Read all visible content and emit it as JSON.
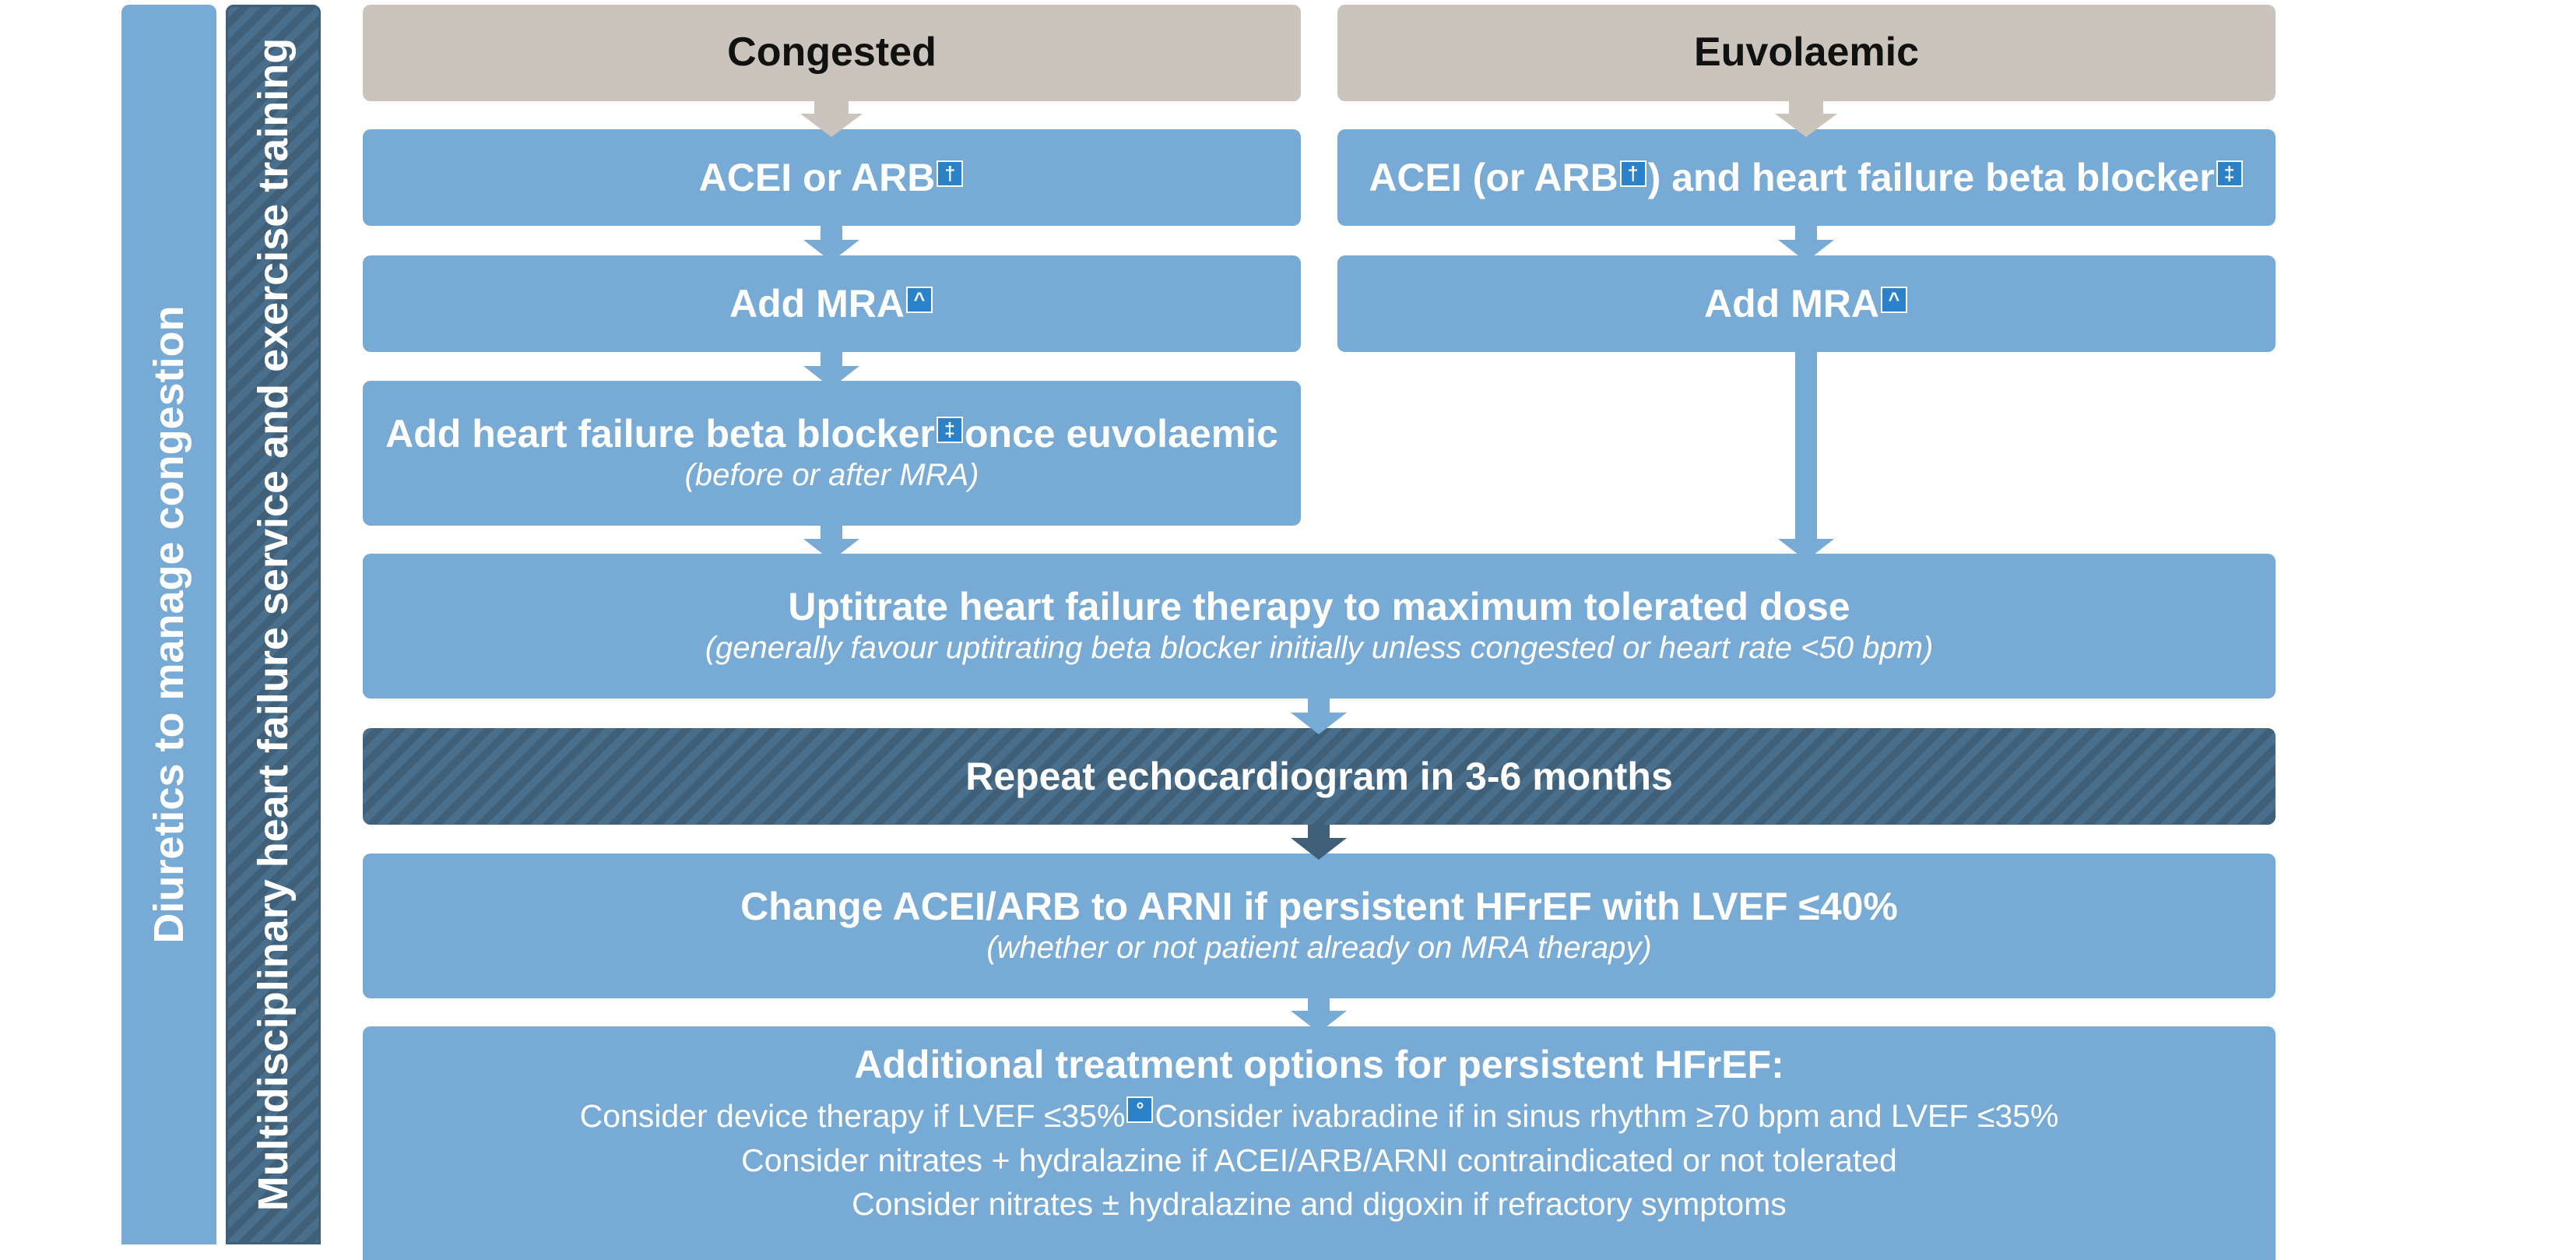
{
  "sidebars": {
    "diuretics": "Diuretics to manage congestion",
    "multidisciplinary": "Multidisciplinary heart failure service and exercise training"
  },
  "headers": {
    "congested": "Congested",
    "euvolaemic": "Euvolaemic"
  },
  "congested_steps": {
    "acei_or_arb": {
      "text": "ACEI or ARB",
      "note": "†"
    },
    "add_mra": {
      "text": "Add MRA",
      "note": "^"
    },
    "add_beta_blocker": {
      "text_before": "Add heart failure beta blocker",
      "note": "‡",
      "text_after": "once euvolaemic",
      "subtitle": "(before or after MRA)"
    }
  },
  "euvolaemic_steps": {
    "acei_and_beta_blocker": {
      "text_1": "ACEI (or ARB",
      "note_1": "†",
      "text_2": ") and heart failure beta blocker",
      "note_2": "‡"
    },
    "add_mra": {
      "text": "Add MRA",
      "note": "^"
    }
  },
  "uptitrate": {
    "title": "Uptitrate heart failure therapy to maximum tolerated dose",
    "subtitle": "(generally favour uptitrating beta blocker initially unless congested or heart rate <50 bpm)"
  },
  "echo": {
    "title": "Repeat echocardiogram in 3-6 months"
  },
  "arni": {
    "title": "Change ACEI/ARB to ARNI if persistent HFrEF with LVEF ≤40%",
    "subtitle": "(whether or not patient already on MRA therapy)"
  },
  "additional": {
    "title": "Additional treatment options for persistent HFrEF:",
    "line1_a": "Consider device therapy if LVEF ≤35%",
    "line1_note": "°",
    "line1_b": "Consider ivabradine if in sinus rhythm ≥70 bpm and LVEF ≤35%",
    "line2": "Consider nitrates + hydralazine if ACEI/ARB/ARNI contraindicated or not tolerated",
    "line3": "Consider nitrates ± hydralazine and digoxin if refractory symptoms"
  },
  "colors": {
    "box_blue": "#77aad4",
    "header_grey": "#cac4bc",
    "echo_dark": "#3f6078",
    "note_badge": "#2b82c9"
  }
}
